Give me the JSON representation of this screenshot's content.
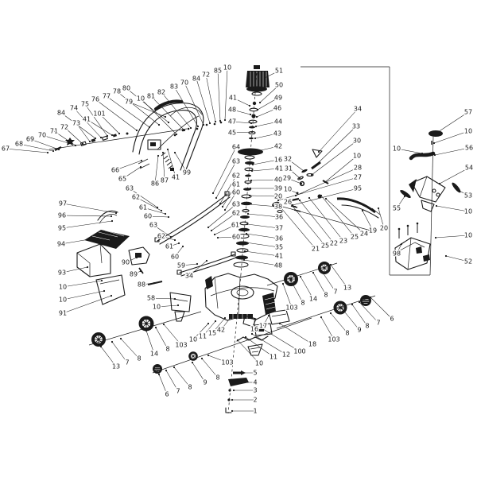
{
  "diagram": {
    "background": "#ffffff",
    "ink": "#1a1a1a",
    "labels": [
      [
        "67",
        7,
        187,
        60,
        192
      ],
      [
        "68",
        24,
        181,
        67,
        190
      ],
      [
        "69",
        38,
        175,
        74,
        188
      ],
      [
        "70",
        53,
        170,
        86,
        180
      ],
      [
        "71",
        68,
        165,
        95,
        183
      ],
      [
        "72",
        81,
        160,
        104,
        181
      ],
      [
        "73",
        96,
        155,
        113,
        178
      ],
      [
        "84",
        77,
        142,
        120,
        174
      ],
      [
        "74",
        93,
        136,
        127,
        173
      ],
      [
        "75",
        107,
        131,
        135,
        171
      ],
      [
        "41",
        109,
        150,
        141,
        170
      ],
      [
        "101",
        125,
        143,
        150,
        168
      ],
      [
        "76",
        120,
        125,
        172,
        164
      ],
      [
        "77",
        134,
        121,
        188,
        160
      ],
      [
        "78",
        147,
        115,
        200,
        157
      ],
      [
        "80",
        159,
        111,
        212,
        154
      ],
      [
        "79",
        162,
        128,
        208,
        147
      ],
      [
        "10",
        177,
        124,
        222,
        169
      ],
      [
        "81",
        190,
        121,
        232,
        164
      ],
      [
        "82",
        203,
        116,
        240,
        161
      ],
      [
        "83",
        219,
        109,
        249,
        159
      ],
      [
        "70",
        232,
        104,
        256,
        157
      ],
      [
        "84",
        247,
        99,
        264,
        155
      ],
      [
        "72",
        259,
        94,
        271,
        153
      ],
      [
        "85",
        274,
        89,
        277,
        152
      ],
      [
        "10",
        286,
        85,
        283,
        151
      ],
      [
        "51",
        351,
        89,
        333,
        98
      ],
      [
        "50",
        351,
        107,
        327,
        129
      ],
      [
        "49",
        350,
        123,
        324,
        138
      ],
      [
        "46",
        349,
        136,
        323,
        147
      ],
      [
        "44",
        350,
        153,
        322,
        159
      ],
      [
        "43",
        349,
        168,
        321,
        174
      ],
      [
        "42",
        350,
        184,
        324,
        190
      ],
      [
        "16",
        350,
        201,
        318,
        207
      ],
      [
        "41",
        351,
        212,
        317,
        215
      ],
      [
        "40",
        350,
        226,
        316,
        227
      ],
      [
        "39",
        350,
        237,
        315,
        237
      ],
      [
        "20",
        350,
        247,
        314,
        246
      ],
      [
        "38",
        350,
        260,
        313,
        257
      ],
      [
        "36",
        351,
        273,
        312,
        269
      ],
      [
        "37",
        351,
        287,
        311,
        282
      ],
      [
        "36",
        351,
        300,
        310,
        294
      ],
      [
        "35",
        351,
        311,
        309,
        305
      ],
      [
        "41",
        351,
        322,
        308,
        316
      ],
      [
        "48",
        350,
        334,
        307,
        327
      ],
      [
        "41",
        293,
        123,
        314,
        133
      ],
      [
        "48",
        292,
        138,
        315,
        144
      ],
      [
        "47",
        292,
        153,
        316,
        155
      ],
      [
        "45",
        292,
        167,
        317,
        166
      ],
      [
        "64",
        297,
        185,
        268,
        243
      ],
      [
        "63",
        297,
        203,
        272,
        249
      ],
      [
        "62",
        297,
        221,
        277,
        256
      ],
      [
        "61",
        297,
        232,
        280,
        260
      ],
      [
        "60",
        297,
        242,
        283,
        264
      ],
      [
        "63",
        297,
        257,
        262,
        286
      ],
      [
        "62",
        297,
        268,
        266,
        290
      ],
      [
        "61",
        296,
        283,
        270,
        295
      ],
      [
        "60",
        297,
        298,
        274,
        299
      ],
      [
        "63",
        163,
        237,
        198,
        261
      ],
      [
        "62",
        171,
        248,
        203,
        265
      ],
      [
        "61",
        180,
        261,
        208,
        269
      ],
      [
        "60",
        186,
        272,
        212,
        273
      ],
      [
        "63",
        193,
        283,
        215,
        298
      ],
      [
        "62",
        203,
        297,
        220,
        302
      ],
      [
        "61",
        213,
        310,
        225,
        306
      ],
      [
        "60",
        220,
        323,
        230,
        310
      ],
      [
        "59",
        228,
        334,
        248,
        332
      ],
      [
        "34",
        238,
        347,
        260,
        328
      ],
      [
        "66",
        145,
        214,
        178,
        202
      ],
      [
        "65",
        154,
        225,
        177,
        210
      ],
      [
        "86",
        195,
        231,
        199,
        196
      ],
      [
        "87",
        207,
        227,
        205,
        192
      ],
      [
        "41",
        221,
        223,
        211,
        188
      ],
      [
        "99",
        235,
        217,
        220,
        192
      ],
      [
        "97",
        79,
        256,
        146,
        268
      ],
      [
        "96",
        78,
        271,
        140,
        272
      ],
      [
        "95",
        78,
        287,
        141,
        278
      ],
      [
        "94",
        77,
        307,
        112,
        301
      ],
      [
        "93",
        78,
        343,
        110,
        336
      ],
      [
        "10",
        79,
        361,
        128,
        353
      ],
      [
        "10",
        79,
        377,
        131,
        366
      ],
      [
        "91",
        79,
        394,
        140,
        372
      ],
      [
        "90",
        158,
        330,
        172,
        324
      ],
      [
        "89",
        168,
        345,
        177,
        341
      ],
      [
        "88",
        178,
        358,
        194,
        356
      ],
      [
        "58",
        190,
        375,
        220,
        376
      ],
      [
        "10",
        197,
        386,
        224,
        384
      ],
      [
        "13",
        146,
        461,
        127,
        436
      ],
      [
        "7",
        160,
        456,
        141,
        430
      ],
      [
        "8",
        175,
        451,
        152,
        426
      ],
      [
        "14",
        194,
        445,
        184,
        416
      ],
      [
        "8",
        211,
        439,
        196,
        412
      ],
      [
        "103",
        228,
        434,
        206,
        408
      ],
      [
        "6",
        210,
        496,
        200,
        471
      ],
      [
        "7",
        224,
        492,
        209,
        466
      ],
      [
        "8",
        239,
        487,
        219,
        462
      ],
      [
        "9",
        258,
        481,
        242,
        456
      ],
      [
        "8",
        274,
        475,
        254,
        451
      ],
      [
        "103",
        286,
        456,
        262,
        447
      ],
      [
        "10",
        243,
        427,
        262,
        407
      ],
      [
        "11",
        255,
        423,
        271,
        404
      ],
      [
        "15",
        267,
        419,
        283,
        400
      ],
      [
        "42",
        278,
        415,
        291,
        398
      ],
      [
        "16",
        320,
        414,
        320,
        401
      ],
      [
        "17",
        331,
        410,
        338,
        397
      ],
      [
        "18",
        393,
        433,
        352,
        407
      ],
      [
        "100",
        377,
        442,
        331,
        414
      ],
      [
        "12",
        360,
        446,
        317,
        420
      ],
      [
        "11",
        344,
        449,
        309,
        424
      ],
      [
        "10",
        326,
        457,
        299,
        428
      ],
      [
        "5",
        321,
        469,
        301,
        469
      ],
      [
        "4",
        321,
        481,
        308,
        481
      ],
      [
        "3",
        321,
        491,
        294,
        491
      ],
      [
        "2",
        321,
        503,
        292,
        503
      ],
      [
        "1",
        321,
        517,
        292,
        517
      ],
      [
        "21",
        397,
        313,
        354,
        262
      ],
      [
        "25",
        409,
        309,
        366,
        257
      ],
      [
        "22",
        420,
        306,
        377,
        252
      ],
      [
        "23",
        432,
        303,
        389,
        249
      ],
      [
        "25",
        446,
        298,
        404,
        246
      ],
      [
        "24",
        458,
        294,
        410,
        250
      ],
      [
        "19",
        469,
        290,
        456,
        265
      ],
      [
        "20",
        483,
        287,
        476,
        262
      ],
      [
        "34",
        450,
        137,
        401,
        191
      ],
      [
        "33",
        448,
        159,
        398,
        207
      ],
      [
        "30",
        449,
        177,
        392,
        220
      ],
      [
        "10",
        449,
        196,
        409,
        229
      ],
      [
        "28",
        450,
        211,
        372,
        246
      ],
      [
        "27",
        450,
        223,
        350,
        252
      ],
      [
        "95",
        450,
        237,
        368,
        258
      ],
      [
        "32",
        362,
        200,
        382,
        215
      ],
      [
        "31",
        363,
        212,
        377,
        224
      ],
      [
        "29",
        361,
        224,
        379,
        231
      ],
      [
        "10",
        362,
        238,
        374,
        243
      ],
      [
        "26",
        362,
        254,
        371,
        260
      ],
      [
        "57",
        589,
        141,
        551,
        166
      ],
      [
        "10",
        589,
        165,
        546,
        180
      ],
      [
        "56",
        590,
        186,
        547,
        195
      ],
      [
        "54",
        590,
        211,
        553,
        231
      ],
      [
        "53",
        589,
        246,
        576,
        239
      ],
      [
        "55",
        499,
        262,
        509,
        247
      ],
      [
        "10",
        499,
        187,
        531,
        193
      ],
      [
        "10",
        589,
        266,
        549,
        259
      ],
      [
        "10",
        589,
        296,
        548,
        299
      ],
      [
        "98",
        499,
        319,
        505,
        307
      ],
      [
        "52",
        589,
        329,
        561,
        322
      ],
      [
        "103",
        367,
        387,
        356,
        357
      ],
      [
        "8",
        381,
        381,
        366,
        353
      ],
      [
        "14",
        394,
        376,
        378,
        348
      ],
      [
        "8",
        410,
        371,
        394,
        343
      ],
      [
        "7",
        422,
        367,
        404,
        340
      ],
      [
        "13",
        437,
        362,
        416,
        333
      ],
      [
        "103",
        420,
        427,
        404,
        399
      ],
      [
        "8",
        437,
        419,
        416,
        394
      ],
      [
        "9",
        452,
        415,
        430,
        388
      ],
      [
        "8",
        462,
        410,
        443,
        383
      ],
      [
        "7",
        476,
        406,
        452,
        380
      ],
      [
        "6",
        493,
        401,
        466,
        374
      ]
    ],
    "construction_lines": [
      [
        378,
        84,
        490,
        84,
        0
      ],
      [
        490,
        84,
        490,
        346,
        0
      ],
      [
        490,
        346,
        541,
        346,
        0
      ],
      [
        545,
        172,
        541,
        346,
        0
      ],
      [
        323,
        92,
        303,
        345,
        1
      ],
      [
        303,
        345,
        287,
        520,
        1
      ],
      [
        62,
        188,
        235,
        162,
        0
      ],
      [
        112,
        434,
        253,
        392,
        0
      ],
      [
        192,
        469,
        392,
        400,
        0
      ],
      [
        336,
        359,
        424,
        331,
        0
      ],
      [
        348,
        413,
        472,
        372,
        0
      ],
      [
        348,
        258,
        470,
        291,
        0
      ]
    ]
  }
}
